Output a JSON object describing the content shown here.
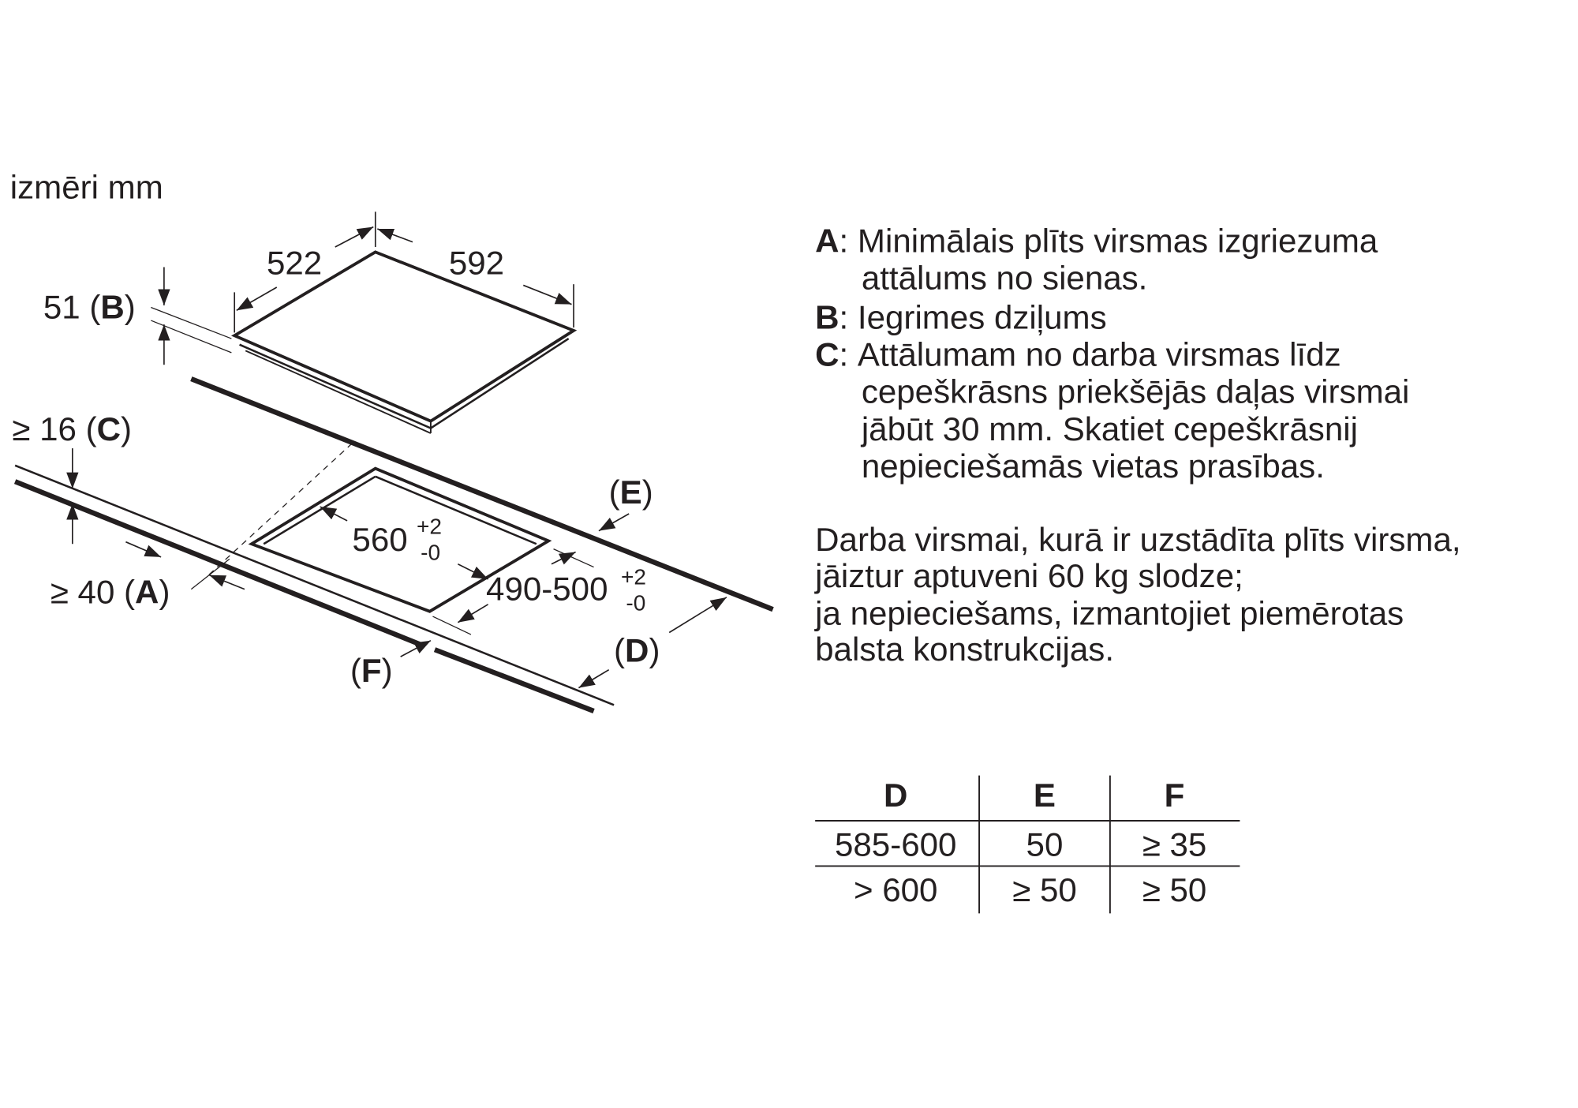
{
  "units_label": "izmēri mm",
  "diagram": {
    "dim_width": "522",
    "dim_length": "592",
    "dim_depth": "51",
    "dim_depth_key": "B",
    "dim_c": "≥ 16",
    "dim_c_key": "C",
    "dim_a": "≥ 40",
    "dim_a_key": "A",
    "cutout_length": "560",
    "cutout_length_tol_plus": "+2",
    "cutout_length_tol_minus": "-0",
    "cutout_width": "490-500",
    "cutout_width_tol_plus": "+2",
    "cutout_width_tol_minus": "-0",
    "label_d": "D",
    "label_e": "E",
    "label_f": "F"
  },
  "legend": [
    {
      "key": "A",
      "lines": [
        "Minimālais plīts virsmas izgriezuma",
        "attālums no sienas."
      ]
    },
    {
      "key": "B",
      "lines": [
        "Iegrimes dziļums"
      ]
    },
    {
      "key": "C",
      "lines": [
        "Attālumam no darba virsmas līdz",
        "cepeškrāsns priekšējās daļas virsmai",
        "jābūt 30 mm. Skatiet cepeškrāsnij",
        "nepieciešamās vietas prasības."
      ]
    }
  ],
  "note": [
    "Darba virsmai, kurā ir uzstādīta plīts virsma,",
    "jāiztur aptuveni 60 kg slodze;",
    "ja nepieciešams, izmantojiet piemērotas",
    "balsta konstrukcijas."
  ],
  "table": {
    "headers": [
      "D",
      "E",
      "F"
    ],
    "rows": [
      [
        "585-600",
        "50",
        "≥ 35"
      ],
      [
        "> 600",
        "≥ 50",
        "≥ 50"
      ]
    ]
  }
}
